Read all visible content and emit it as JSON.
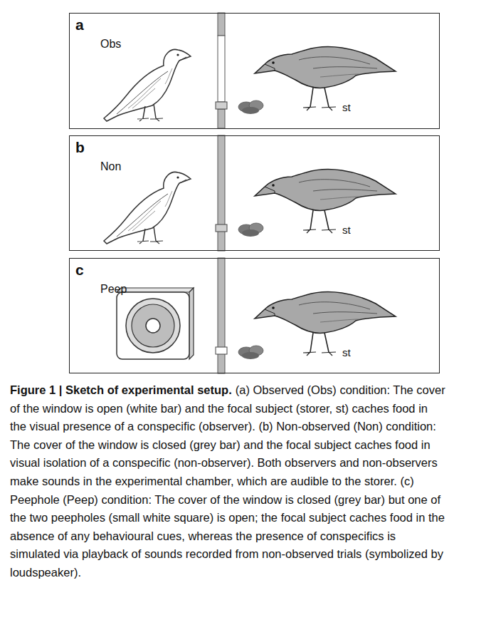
{
  "diagram": {
    "title": "Figure 1 | Sketch of experimental setup.",
    "caption": "(a) Observed (Obs) condition: The cover of the window is open (white bar) and the focal subject (storer, st) caches food in the visual presence of a conspecific (observer). (b) Non-observed (Non) condition: The cover of the window is closed (grey bar) and the focal subject caches food in visual isolation of a conspecific (non-observer). Both observers and non-observers make sounds in the experimental chamber, which are audible to the storer. (c) Peephole (Peep) condition: The cover of the window is closed (grey bar) but one of the two peepholes (small white square) is open; the focal subject caches food in the absence of any behavioural cues, whereas the presence of conspecifics is simulated via playback of sounds recorded from non-observed trials (symbolized by loudspeaker).",
    "nodes": [
      {
        "text": [
          "a",
          "Obs",
          "st"
        ]
      },
      {
        "text": [
          "b",
          "Non",
          "st"
        ]
      },
      {
        "text": [
          "c",
          "Peep",
          "st"
        ]
      }
    ]
  }
}
